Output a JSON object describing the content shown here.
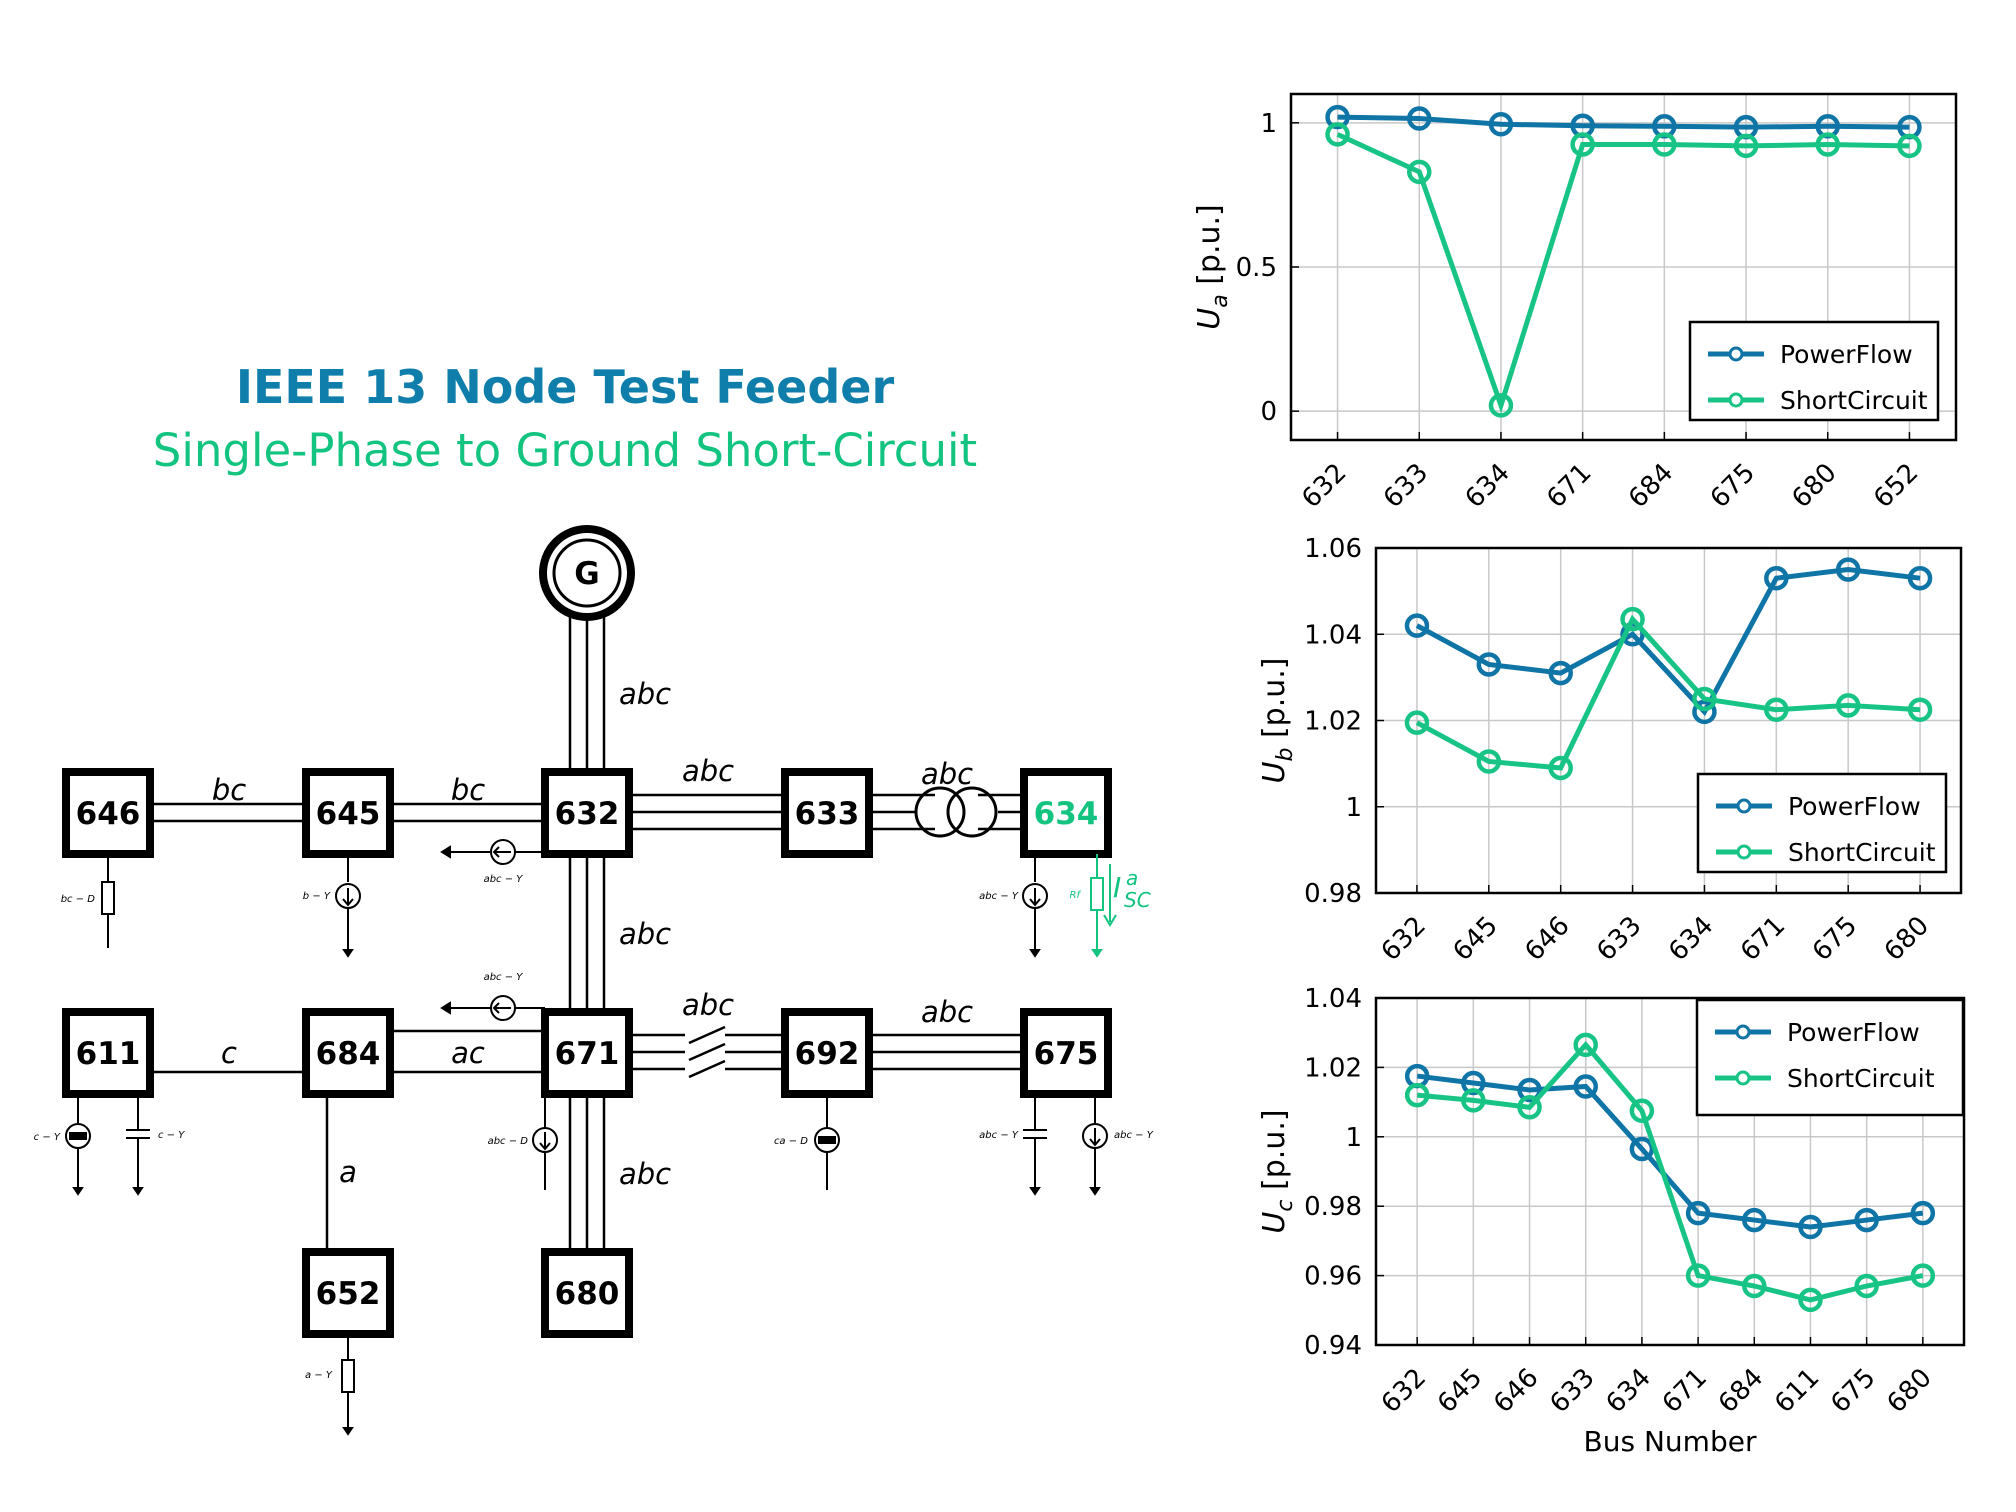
{
  "title": "IEEE 13 Node Test Feeder",
  "subtitle": "Single-Phase to Ground Short-Circuit",
  "colors": {
    "powerflow": "#0f74a6",
    "shortcircuit": "#17c485",
    "fault_node": "#12c47f",
    "title": "#0f7eaa"
  },
  "diagram": {
    "generator": "G",
    "nodes": {
      "n646": "646",
      "n645": "645",
      "n632": "632",
      "n633": "633",
      "n634": "634",
      "n611": "611",
      "n684": "684",
      "n671": "671",
      "n692": "692",
      "n675": "675",
      "n652": "652",
      "n680": "680"
    },
    "line_labels": {
      "l646_645": "bc",
      "l645_632": "bc",
      "l632_633": "abc",
      "l633_634": "abc",
      "lG_632": "abc",
      "l632_671": "abc",
      "l671_680": "abc",
      "l611_684": "c",
      "l684_671": "ac",
      "l671_692": "abc",
      "l692_675": "abc",
      "l684_652": "a"
    },
    "loads": {
      "ld646": "bc − D",
      "ld645": "b − Y",
      "ld632": "abc − Y",
      "ld634": "abc − Y",
      "ld671a": "abc − Y",
      "ld611a": "c − Y",
      "ld611b": "c − Y",
      "ld671b": "abc − D",
      "ld692": "ca − D",
      "ld675a": "abc − Y",
      "ld675b": "abc − Y",
      "ld652": "a − Y"
    },
    "fault": {
      "resistor": "Rf",
      "current_main": "I",
      "current_sup": "a",
      "current_sub": "SC"
    }
  },
  "chart_data": [
    {
      "type": "line",
      "ylabel_main": "U",
      "ylabel_sub": "a",
      "ylabel_unit": "[p.u.]",
      "categories": [
        "632",
        "633",
        "634",
        "671",
        "684",
        "675",
        "680",
        "652"
      ],
      "ylim": [
        -0.1,
        1.1
      ],
      "yticks": [
        0,
        0.5,
        1
      ],
      "ytick_labels": [
        "0",
        "0.5",
        "1"
      ],
      "grid": true,
      "legend": "bottom-right",
      "series": [
        {
          "name": "PowerFlow",
          "values": [
            1.02,
            1.015,
            0.995,
            0.99,
            0.988,
            0.985,
            0.988,
            0.985
          ]
        },
        {
          "name": "ShortCircuit",
          "values": [
            0.96,
            0.83,
            0.02,
            0.925,
            0.925,
            0.92,
            0.925,
            0.92
          ]
        }
      ]
    },
    {
      "type": "line",
      "ylabel_main": "U",
      "ylabel_sub": "b",
      "ylabel_unit": "[p.u.]",
      "categories": [
        "632",
        "645",
        "646",
        "633",
        "634",
        "671",
        "675",
        "680"
      ],
      "ylim": [
        0.98,
        1.06
      ],
      "yticks": [
        0.98,
        1.0,
        1.02,
        1.04,
        1.06
      ],
      "ytick_labels": [
        "0.98",
        "1",
        "1.02",
        "1.04",
        "1.06"
      ],
      "grid": true,
      "legend": "bottom-right",
      "series": [
        {
          "name": "PowerFlow",
          "values": [
            1.042,
            1.033,
            1.031,
            1.04,
            1.022,
            1.053,
            1.055,
            1.053
          ]
        },
        {
          "name": "ShortCircuit",
          "values": [
            1.0195,
            1.0105,
            1.009,
            1.0435,
            1.025,
            1.0225,
            1.0235,
            1.0225
          ]
        }
      ]
    },
    {
      "type": "line",
      "ylabel_main": "U",
      "ylabel_sub": "c",
      "ylabel_unit": "[p.u.]",
      "xlabel": "Bus Number",
      "categories": [
        "632",
        "645",
        "646",
        "633",
        "634",
        "671",
        "684",
        "611",
        "675",
        "680"
      ],
      "ylim": [
        0.94,
        1.04
      ],
      "yticks": [
        0.94,
        0.96,
        0.98,
        1.0,
        1.02,
        1.04
      ],
      "ytick_labels": [
        "0.94",
        "0.96",
        "0.98",
        "1",
        "1.02",
        "1.04"
      ],
      "grid": true,
      "legend": "top-right",
      "series": [
        {
          "name": "PowerFlow",
          "values": [
            1.0175,
            1.0155,
            1.0135,
            1.0145,
            0.9965,
            0.978,
            0.976,
            0.974,
            0.976,
            0.978
          ]
        },
        {
          "name": "ShortCircuit",
          "values": [
            1.012,
            1.0105,
            1.0085,
            1.0265,
            1.0075,
            0.96,
            0.957,
            0.953,
            0.957,
            0.96
          ]
        }
      ]
    }
  ]
}
